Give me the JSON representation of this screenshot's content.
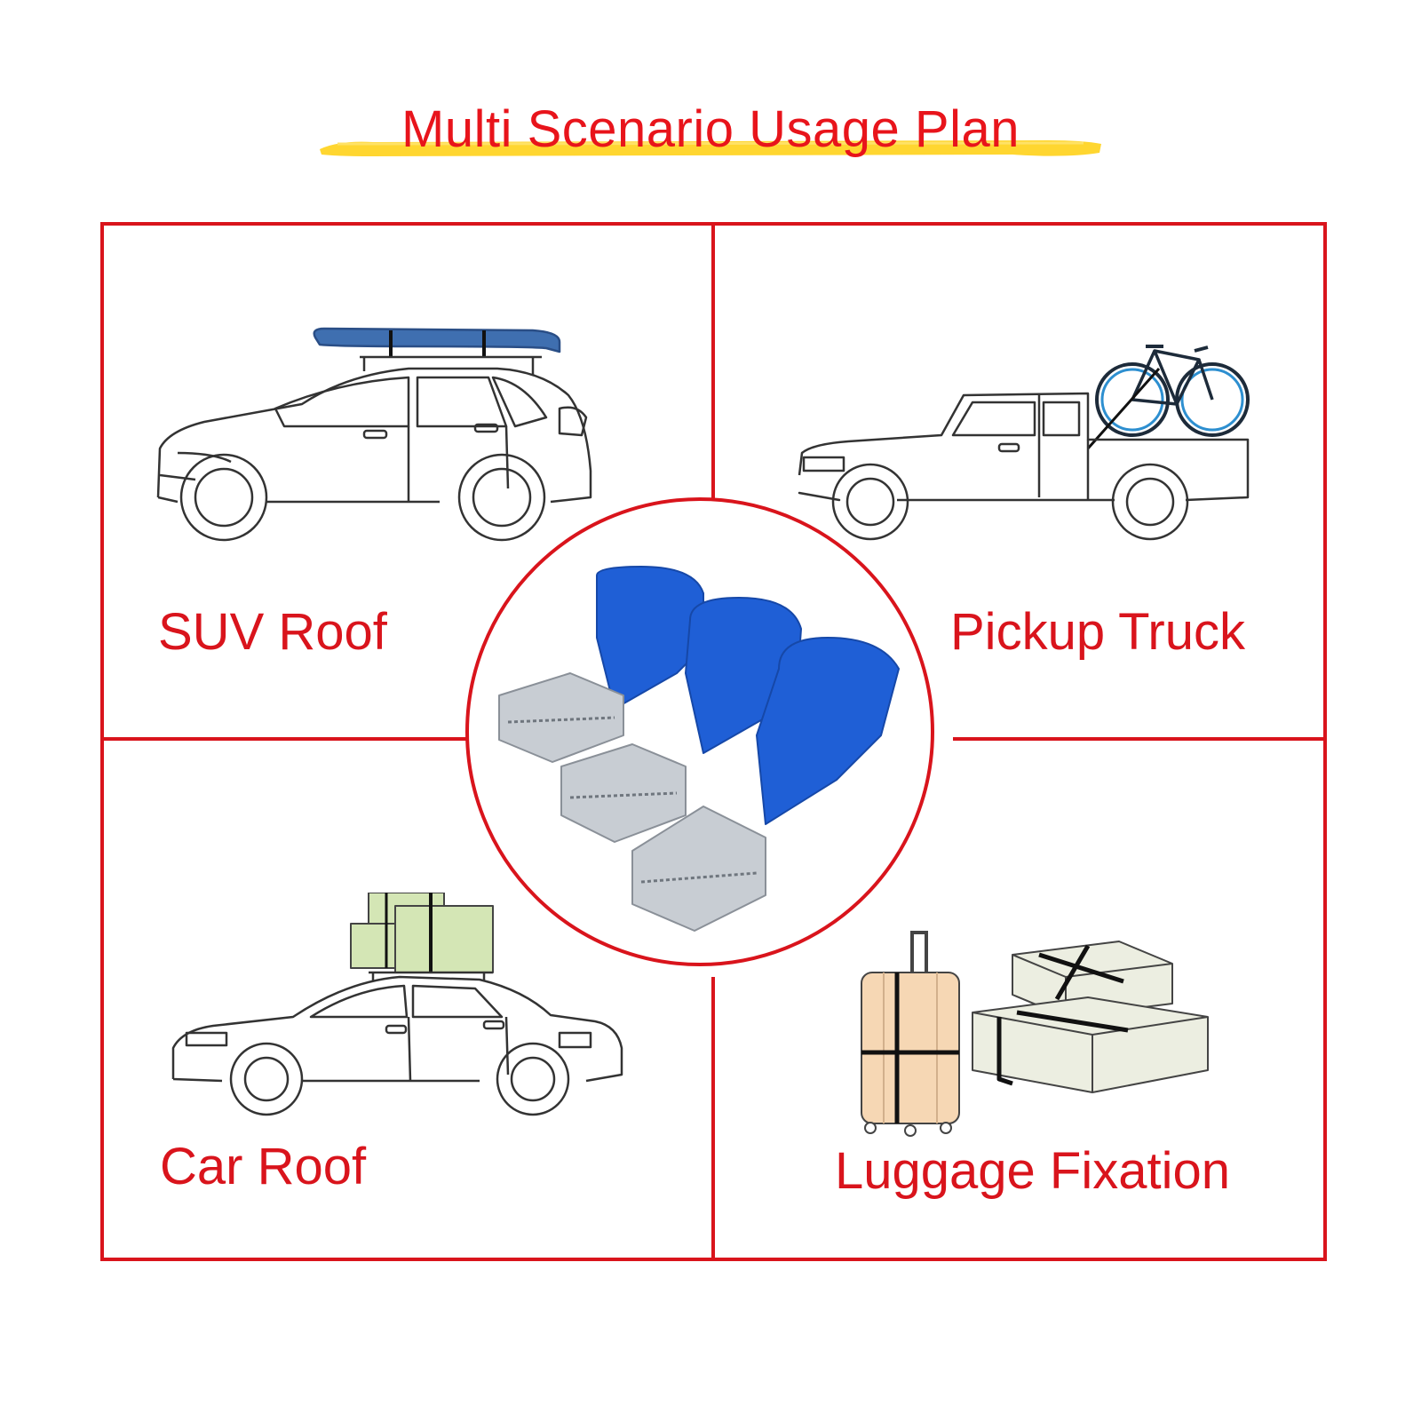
{
  "title": "Multi Scenario Usage Plan",
  "scenarios": [
    {
      "label": "SUV Roof",
      "icon": "suv-with-surfboard-icon"
    },
    {
      "label": "Pickup Truck",
      "icon": "pickup-truck-with-bicycle-icon"
    },
    {
      "label": "Car Roof",
      "icon": "sedan-with-roof-boxes-icon"
    },
    {
      "label": "Luggage Fixation",
      "icon": "strapped-luggage-icon"
    }
  ],
  "center": {
    "icon": "blue-cam-buckle-straps-icon"
  },
  "colors": {
    "frame": "#d9141c",
    "title": "#e8141b",
    "highlight": "#ffd21a",
    "strap": "#1f5fd6",
    "buckle": "#c8cdd3",
    "surfboard": "#3f6fb0",
    "box": "#d4e6b5",
    "suitcase": "#f6d7b4",
    "parcel": "#eceee1"
  }
}
